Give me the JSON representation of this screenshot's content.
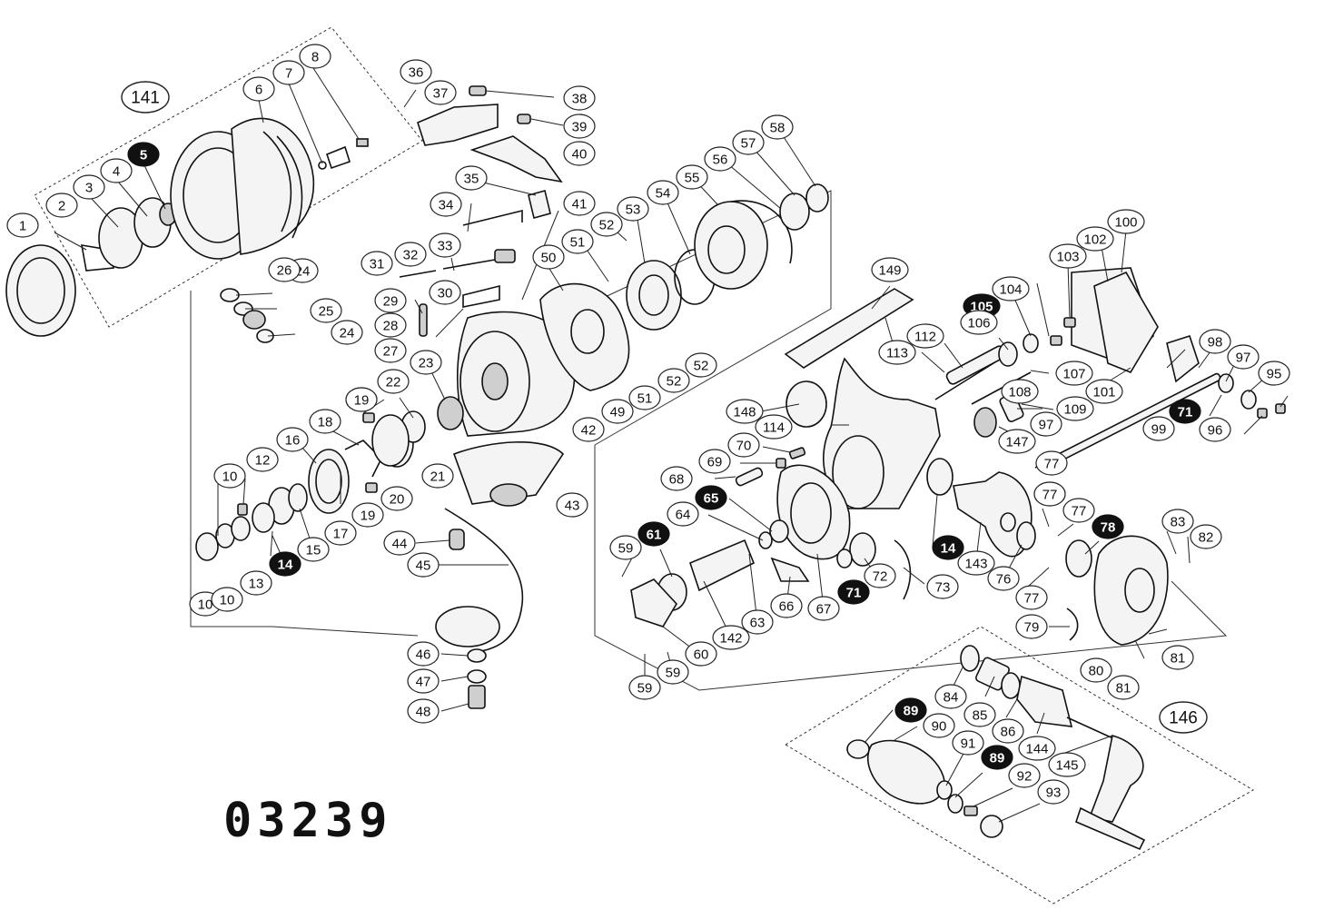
{
  "diagram_code": "03239",
  "group_labels": {
    "spool_assembly": "141",
    "handle_assembly": "146"
  },
  "callouts": [
    {
      "label": "1",
      "filled": false
    },
    {
      "label": "2",
      "filled": false
    },
    {
      "label": "3",
      "filled": false
    },
    {
      "label": "4",
      "filled": false
    },
    {
      "label": "5",
      "filled": true
    },
    {
      "label": "6",
      "filled": false
    },
    {
      "label": "7",
      "filled": false
    },
    {
      "label": "8",
      "filled": false
    },
    {
      "label": "10",
      "filled": false
    },
    {
      "label": "10",
      "filled": false
    },
    {
      "label": "10",
      "filled": false
    },
    {
      "label": "12",
      "filled": false
    },
    {
      "label": "13",
      "filled": false
    },
    {
      "label": "14",
      "filled": true
    },
    {
      "label": "15",
      "filled": false
    },
    {
      "label": "16",
      "filled": false
    },
    {
      "label": "17",
      "filled": false
    },
    {
      "label": "18",
      "filled": false
    },
    {
      "label": "19",
      "filled": false
    },
    {
      "label": "19",
      "filled": false
    },
    {
      "label": "20",
      "filled": false
    },
    {
      "label": "21",
      "filled": false
    },
    {
      "label": "22",
      "filled": false
    },
    {
      "label": "23",
      "filled": false
    },
    {
      "label": "24",
      "filled": false
    },
    {
      "label": "24",
      "filled": false
    },
    {
      "label": "25",
      "filled": false
    },
    {
      "label": "26",
      "filled": false
    },
    {
      "label": "27",
      "filled": false
    },
    {
      "label": "28",
      "filled": false
    },
    {
      "label": "29",
      "filled": false
    },
    {
      "label": "30",
      "filled": false
    },
    {
      "label": "31",
      "filled": false
    },
    {
      "label": "32",
      "filled": false
    },
    {
      "label": "33",
      "filled": false
    },
    {
      "label": "34",
      "filled": false
    },
    {
      "label": "35",
      "filled": false
    },
    {
      "label": "36",
      "filled": false
    },
    {
      "label": "37",
      "filled": false
    },
    {
      "label": "38",
      "filled": false
    },
    {
      "label": "39",
      "filled": false
    },
    {
      "label": "40",
      "filled": false
    },
    {
      "label": "41",
      "filled": false
    },
    {
      "label": "42",
      "filled": false
    },
    {
      "label": "43",
      "filled": false
    },
    {
      "label": "44",
      "filled": false
    },
    {
      "label": "45",
      "filled": false
    },
    {
      "label": "46",
      "filled": false
    },
    {
      "label": "47",
      "filled": false
    },
    {
      "label": "48",
      "filled": false
    },
    {
      "label": "49",
      "filled": false
    },
    {
      "label": "50",
      "filled": false
    },
    {
      "label": "51",
      "filled": false
    },
    {
      "label": "51",
      "filled": false
    },
    {
      "label": "52",
      "filled": false
    },
    {
      "label": "52",
      "filled": false
    },
    {
      "label": "52",
      "filled": false
    },
    {
      "label": "53",
      "filled": false
    },
    {
      "label": "54",
      "filled": false
    },
    {
      "label": "55",
      "filled": false
    },
    {
      "label": "56",
      "filled": false
    },
    {
      "label": "57",
      "filled": false
    },
    {
      "label": "58",
      "filled": false
    },
    {
      "label": "59",
      "filled": false
    },
    {
      "label": "59",
      "filled": false
    },
    {
      "label": "59",
      "filled": false
    },
    {
      "label": "60",
      "filled": false
    },
    {
      "label": "61",
      "filled": true
    },
    {
      "label": "63",
      "filled": false
    },
    {
      "label": "64",
      "filled": false
    },
    {
      "label": "65",
      "filled": true
    },
    {
      "label": "66",
      "filled": false
    },
    {
      "label": "67",
      "filled": false
    },
    {
      "label": "68",
      "filled": false
    },
    {
      "label": "69",
      "filled": false
    },
    {
      "label": "70",
      "filled": false
    },
    {
      "label": "71",
      "filled": true
    },
    {
      "label": "71",
      "filled": true
    },
    {
      "label": "72",
      "filled": false
    },
    {
      "label": "73",
      "filled": false
    },
    {
      "label": "76",
      "filled": false
    },
    {
      "label": "77",
      "filled": false
    },
    {
      "label": "77",
      "filled": false
    },
    {
      "label": "77",
      "filled": false
    },
    {
      "label": "77",
      "filled": false
    },
    {
      "label": "77",
      "filled": false
    },
    {
      "label": "78",
      "filled": true
    },
    {
      "label": "79",
      "filled": false
    },
    {
      "label": "80",
      "filled": false
    },
    {
      "label": "81",
      "filled": false
    },
    {
      "label": "81",
      "filled": false
    },
    {
      "label": "82",
      "filled": false
    },
    {
      "label": "83",
      "filled": false
    },
    {
      "label": "84",
      "filled": false
    },
    {
      "label": "85",
      "filled": false
    },
    {
      "label": "86",
      "filled": false
    },
    {
      "label": "89",
      "filled": true
    },
    {
      "label": "89",
      "filled": true
    },
    {
      "label": "90",
      "filled": false
    },
    {
      "label": "91",
      "filled": false
    },
    {
      "label": "92",
      "filled": false
    },
    {
      "label": "93",
      "filled": false
    },
    {
      "label": "95",
      "filled": false
    },
    {
      "label": "96",
      "filled": false
    },
    {
      "label": "97",
      "filled": false
    },
    {
      "label": "97",
      "filled": false
    },
    {
      "label": "98",
      "filled": false
    },
    {
      "label": "99",
      "filled": false
    },
    {
      "label": "100",
      "filled": false
    },
    {
      "label": "101",
      "filled": false
    },
    {
      "label": "102",
      "filled": false
    },
    {
      "label": "103",
      "filled": false
    },
    {
      "label": "104",
      "filled": false
    },
    {
      "label": "105",
      "filled": true
    },
    {
      "label": "106",
      "filled": false
    },
    {
      "label": "107",
      "filled": false
    },
    {
      "label": "108",
      "filled": false
    },
    {
      "label": "109",
      "filled": false
    },
    {
      "label": "112",
      "filled": false
    },
    {
      "label": "113",
      "filled": false
    },
    {
      "label": "114",
      "filled": false
    },
    {
      "label": "142",
      "filled": false
    },
    {
      "label": "143",
      "filled": false
    },
    {
      "label": "144",
      "filled": false
    },
    {
      "label": "145",
      "filled": false
    },
    {
      "label": "147",
      "filled": false
    },
    {
      "label": "148",
      "filled": false
    },
    {
      "label": "149",
      "filled": false
    },
    {
      "label": "19",
      "filled": false
    },
    {
      "label": "14",
      "filled": true
    }
  ]
}
